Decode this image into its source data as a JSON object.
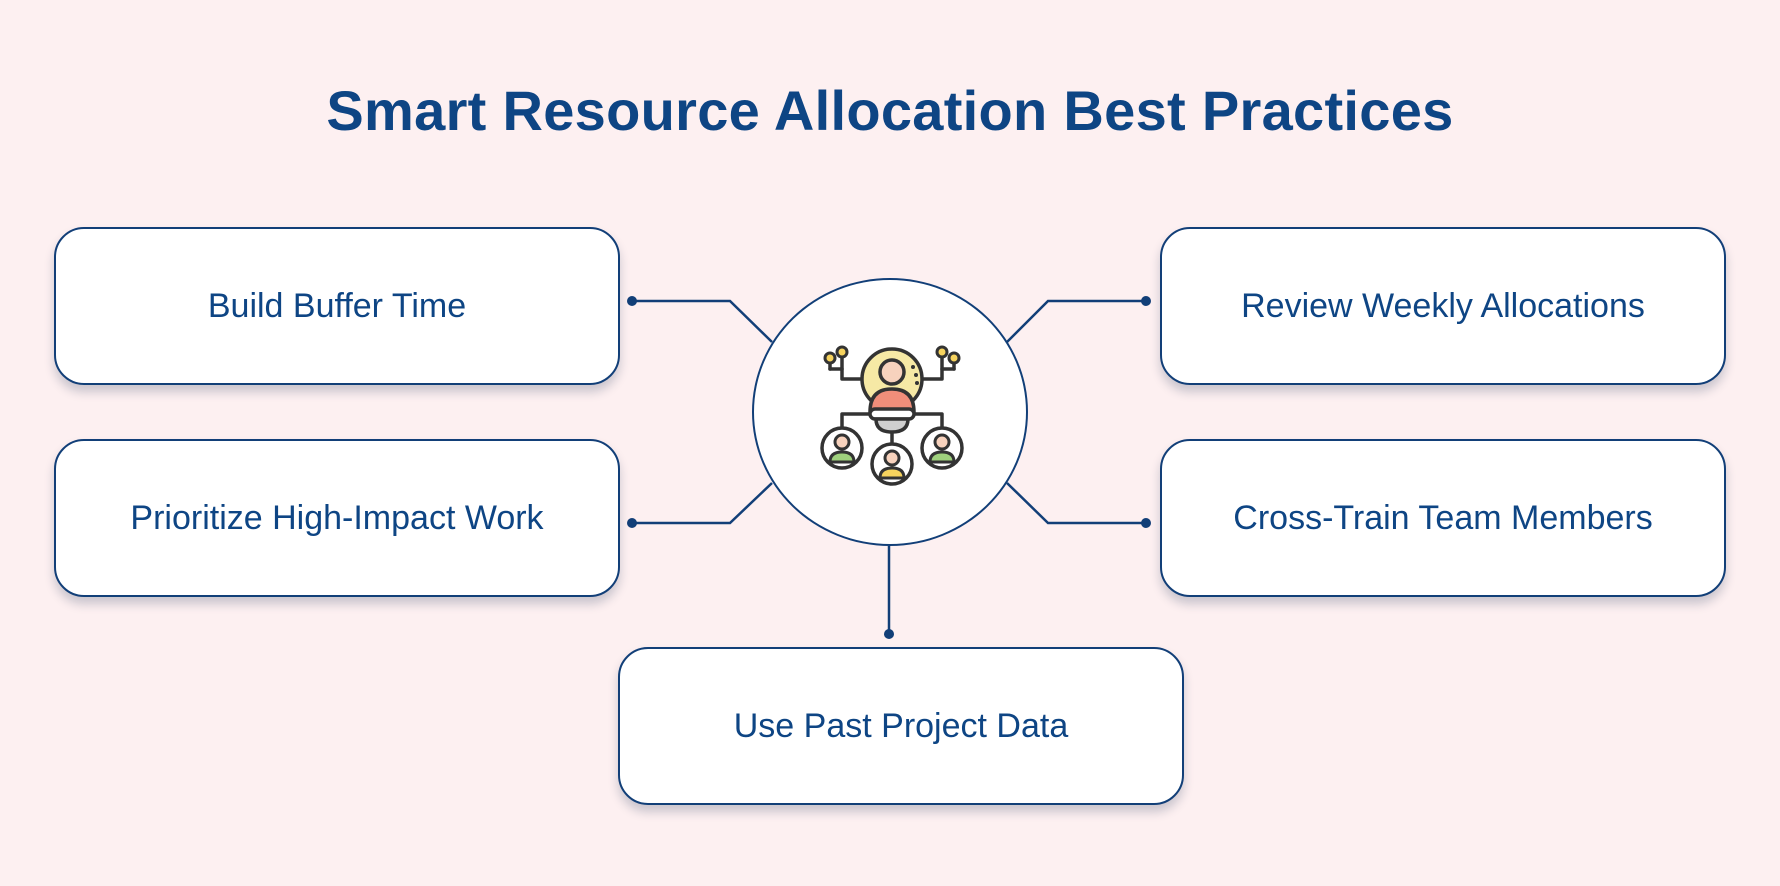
{
  "title": "Smart Resource Allocation Best Practices",
  "colors": {
    "background": "#fdf0f1",
    "accent": "#0e4584",
    "card_border": "#123f78",
    "card_fill": "#ffffff",
    "icon_center": "#f6e9a5",
    "icon_figure": "#f08e7a",
    "icon_green": "#9fd17d",
    "icon_yellow": "#f6d35e"
  },
  "hub": {
    "icon": "team-network-icon"
  },
  "practices": [
    {
      "id": "build-buffer-time",
      "label": "Build Buffer Time"
    },
    {
      "id": "prioritize-high-impact-work",
      "label": "Prioritize High-Impact Work"
    },
    {
      "id": "review-weekly-allocations",
      "label": "Review Weekly Allocations"
    },
    {
      "id": "cross-train-team-members",
      "label": "Cross-Train Team Members"
    },
    {
      "id": "use-past-project-data",
      "label": "Use Past Project Data"
    }
  ]
}
